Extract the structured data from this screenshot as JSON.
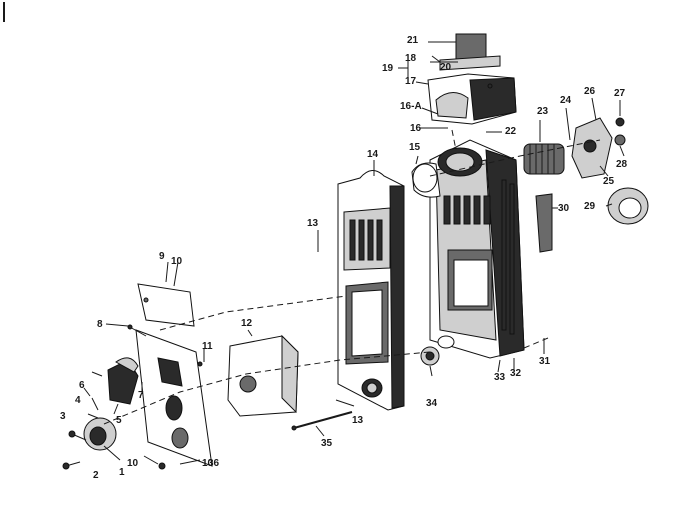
{
  "callouts": [
    "1",
    "2",
    "3",
    "4",
    "5",
    "6",
    "7",
    "8",
    "9",
    "10",
    "10",
    "10",
    "11",
    "12",
    "13",
    "13",
    "14",
    "15",
    "16",
    "16-A",
    "17",
    "18",
    "19",
    "20",
    "21",
    "22",
    "23",
    "24",
    "25",
    "26",
    "27",
    "28",
    "29",
    "30",
    "31",
    "32",
    "33",
    "34",
    "35",
    "36",
    "36"
  ]
}
